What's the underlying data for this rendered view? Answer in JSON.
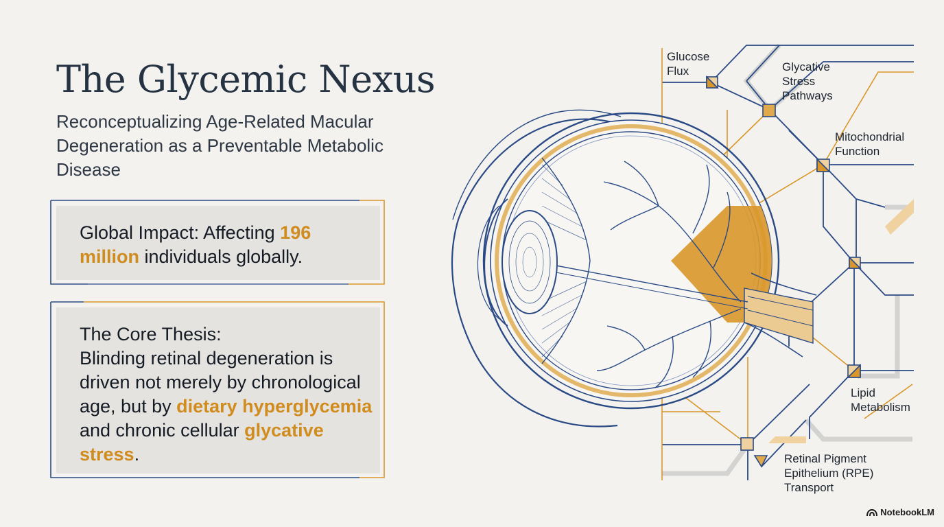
{
  "title": "The Glycemic Nexus",
  "subtitle": "Reconceptualizing Age-Related Macular Degeneration as a Preventable Metabolic Disease",
  "impact_card": {
    "prefix": "Global Impact: Affecting ",
    "highlight": "196 million",
    "suffix": " individuals globally."
  },
  "thesis_card": {
    "heading": "The Core Thesis:",
    "text_1": "Blinding retinal degeneration is driven not merely by chronological age, but by ",
    "highlight_1": "dietary hyperglycemia",
    "text_2": " and chronic cellular ",
    "highlight_2": "glycative stress",
    "text_3": "."
  },
  "diagram_labels": {
    "glucose_flux": "Glucose\nFlux",
    "glycative_stress": "Glycative\nStress\nPathways",
    "mitochondrial": "Mitochondrial\nFunction",
    "lipid": "Lipid\nMetabolism",
    "rpe": "Retinal Pigment\nEpithelium (RPE)\nTransport"
  },
  "brand": "NotebookLM",
  "icons": {
    "brand": "notebooklm-logo-icon",
    "eye": "eye-anatomy-illustration"
  },
  "colors": {
    "navy": "#2a4a86",
    "gold": "#d9972a",
    "background": "#f3f2ee",
    "card": "#e4e3df"
  }
}
